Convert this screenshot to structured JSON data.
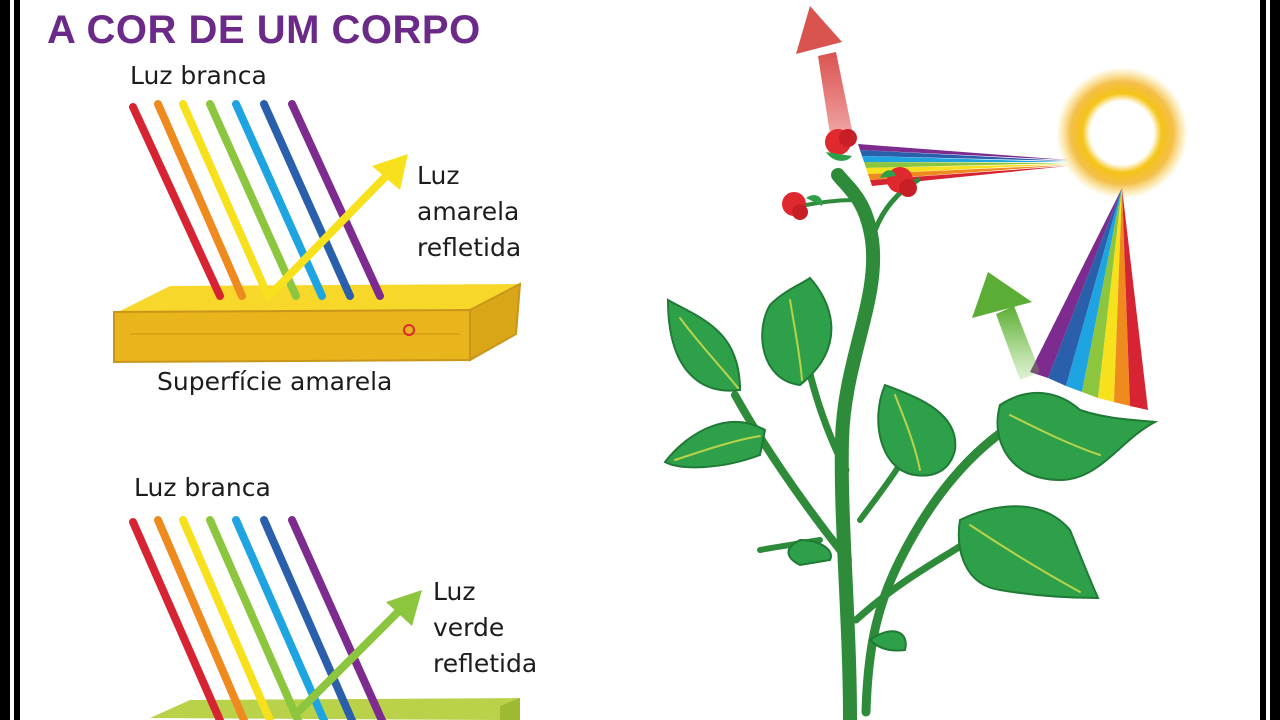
{
  "title": "A COR DE UM CORPO",
  "panel_yellow": {
    "incident_label": "Luz branca",
    "reflected_label": [
      "Luz",
      "amarela",
      "refletida"
    ],
    "surface_label": "Superfície amarela"
  },
  "panel_green": {
    "incident_label": "Luz branca",
    "reflected_label": [
      "Luz",
      "verde",
      "refletida"
    ]
  },
  "colors": {
    "title": "#6b2a88",
    "spectrum": [
      "#d62432",
      "#ef8a1f",
      "#f7e11c",
      "#8cc63f",
      "#1ea4e0",
      "#2a5fac",
      "#7d2b8f"
    ],
    "yellow_surface": "#f2c21b",
    "green_surface": "#a8c83c",
    "leaf_green": "#2fa04a",
    "stem_green": "#2e8b3a",
    "sun": "#f5c518",
    "flower": "#e0282f"
  }
}
